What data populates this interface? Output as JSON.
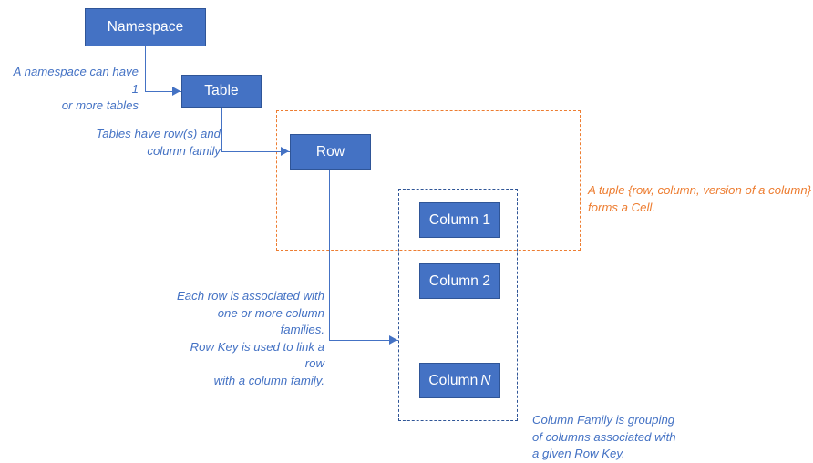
{
  "diagram": {
    "title": "HBase data model structure",
    "colors": {
      "box_fill": "#4472C4",
      "box_border": "#2F5597",
      "box_text": "#FFFFFF",
      "connector": "#4472C4",
      "cell_group_border": "#ED7D31",
      "column_family_group_border": "#2F5597",
      "note_blue": "#4472C4",
      "note_orange": "#ED7D31",
      "background": "#FFFFFF"
    },
    "boxes": [
      {
        "id": "namespace",
        "label": "Namespace"
      },
      {
        "id": "table",
        "label": "Table"
      },
      {
        "id": "row",
        "label": "Row"
      },
      {
        "id": "column1",
        "label": "Column 1"
      },
      {
        "id": "column2",
        "label": "Column 2"
      },
      {
        "id": "columnN",
        "label_prefix": "Column",
        "label_italic": "N"
      }
    ],
    "groups": [
      {
        "id": "cell",
        "style": "dashed",
        "color": "#ED7D31"
      },
      {
        "id": "column-family",
        "style": "dashed",
        "color": "#2F5597"
      }
    ],
    "connectors": [
      {
        "id": "namespace-to-table",
        "from": "namespace",
        "to": "table",
        "arrow": true
      },
      {
        "id": "table-to-row",
        "from": "table",
        "to": "row",
        "arrow": true
      },
      {
        "id": "row-to-columnfamily",
        "from": "row",
        "to": "column-family",
        "arrow": true
      }
    ],
    "notes": [
      {
        "id": "namespace-note",
        "color": "blue",
        "text": "A namespace can have 1\nor more tables"
      },
      {
        "id": "table-note",
        "color": "blue",
        "text": "Tables have row(s) and\ncolumn family"
      },
      {
        "id": "row-note",
        "color": "blue",
        "text": "Each row is associated with\none or more column families.\nRow Key is used to link a row\nwith a column family."
      },
      {
        "id": "cell-note",
        "color": "orange",
        "text": "A tuple {row, column, version of a column}\nforms a Cell."
      },
      {
        "id": "column-family-note",
        "color": "blue",
        "text": "Column Family is grouping\nof columns associated with\na given Row Key."
      }
    ]
  }
}
